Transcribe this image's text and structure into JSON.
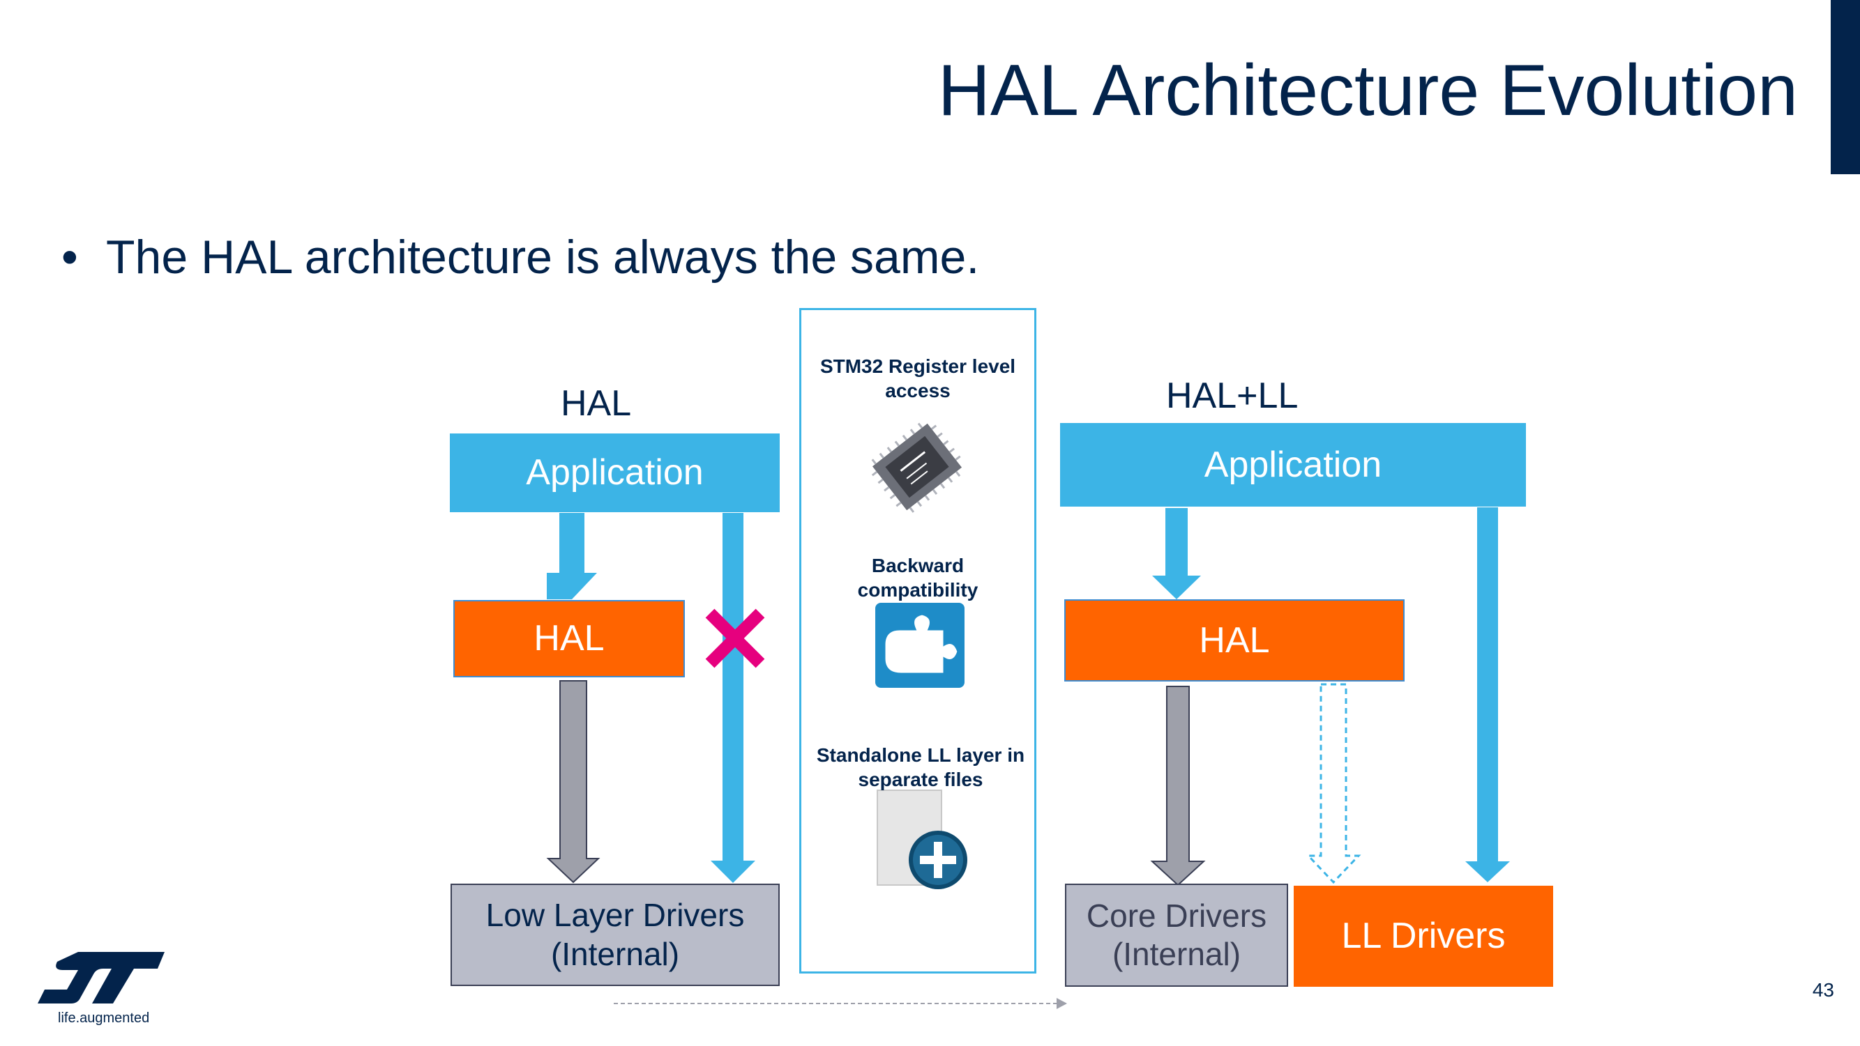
{
  "slide": {
    "title": "HAL Architecture Evolution",
    "bullet": "The HAL architecture is always the same.",
    "bullet_marker": "•",
    "page_number": "43",
    "brand_tagline": "life.augmented"
  },
  "left_column": {
    "label": "HAL",
    "application": "Application",
    "hal": "HAL",
    "drivers_line1": "Low Layer Drivers",
    "drivers_line2": "(Internal)"
  },
  "center_panel": {
    "features": [
      {
        "line1": "STM32 Register level",
        "line2": "access",
        "icon": "microcontroller-chip-icon"
      },
      {
        "line1": "Backward",
        "line2": "compatibility",
        "icon": "puzzle-icon"
      },
      {
        "line1": "Standalone LL layer in",
        "line2": "separate files",
        "icon": "add-file-icon"
      }
    ]
  },
  "right_column": {
    "label": "HAL+LL",
    "application": "Application",
    "hal": "HAL",
    "core_line1": "Core Drivers",
    "core_line2": "(Internal)",
    "ll_drivers": "LL Drivers"
  },
  "colors": {
    "navy": "#03234b",
    "blue": "#3cb4e6",
    "orange": "#ff6400",
    "grey_box": "#b9bcc9",
    "grey_arrow": "#9ea0aa",
    "cross": "#e6007e"
  }
}
